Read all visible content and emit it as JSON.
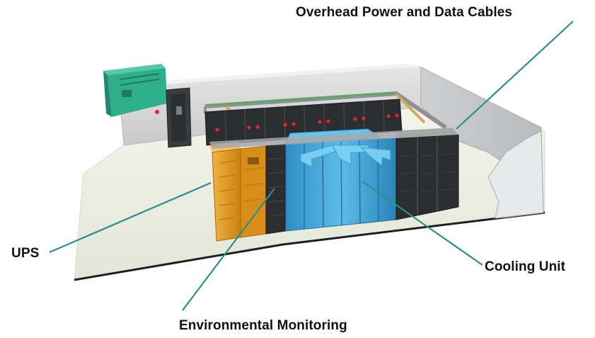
{
  "labels": {
    "overhead": "Overhead Power and Data Cables",
    "ups": "UPS",
    "cooling": "Cooling Unit",
    "environmental": "Environmental Monitoring"
  },
  "colors": {
    "leader_line": "#2a8f8a",
    "ups_cabinet": "#e39a20",
    "cooling_unit": "#3fa9d8",
    "rack": "#2b2d31",
    "indicator": "#e0262b",
    "panel_box": "#2fae8c",
    "floor": "#eef0e3",
    "wall": "#d7d8d9"
  },
  "icons": [
    "server-rack-icon",
    "cooling-airflow-arrow-icon",
    "ups-cabinet-icon"
  ]
}
